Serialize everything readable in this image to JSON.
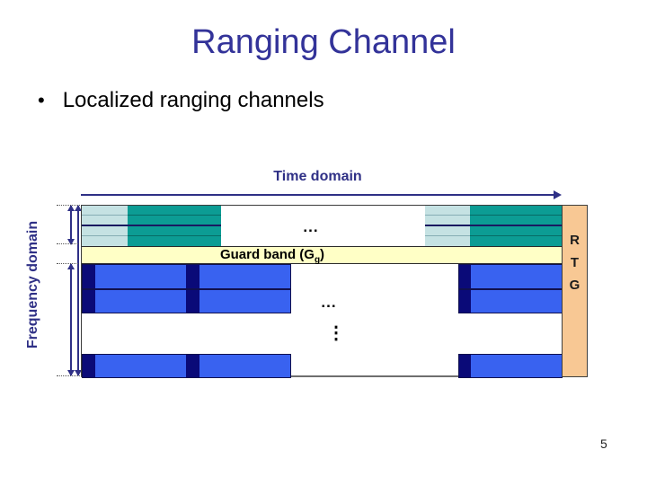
{
  "page": {
    "number": "5",
    "background": "#FFFFFF"
  },
  "title": {
    "text": "Ranging Channel",
    "color": "#333399"
  },
  "bullet": {
    "marker": "•",
    "text": "Localized ranging channels"
  },
  "diagram": {
    "time_axis_label": "Time domain",
    "freq_axis_label": "Frequency domain",
    "guard_band": {
      "label": "Guard band (G",
      "subscript": "g",
      "suffix": ")",
      "color": "#FFFFC6"
    },
    "rtg": {
      "letters": [
        "R",
        "T",
        "G"
      ],
      "color": "#F8C894"
    },
    "ellipsis_horizontal_top": "...",
    "ellipsis_horizontal_mid": "...",
    "ellipsis_vertical": "⋮",
    "colors": {
      "axis_navy": "#2F3086",
      "teal_cell": "#0C9C94",
      "light_cyan_cell": "#C5E2E3",
      "guard_yellow": "#FFFFC6",
      "data_blue": "#3962F0",
      "lead_navy": "#0A0A78",
      "rtg_peach": "#F8C894",
      "title_navy": "#333399",
      "body_text": "#000000"
    }
  }
}
